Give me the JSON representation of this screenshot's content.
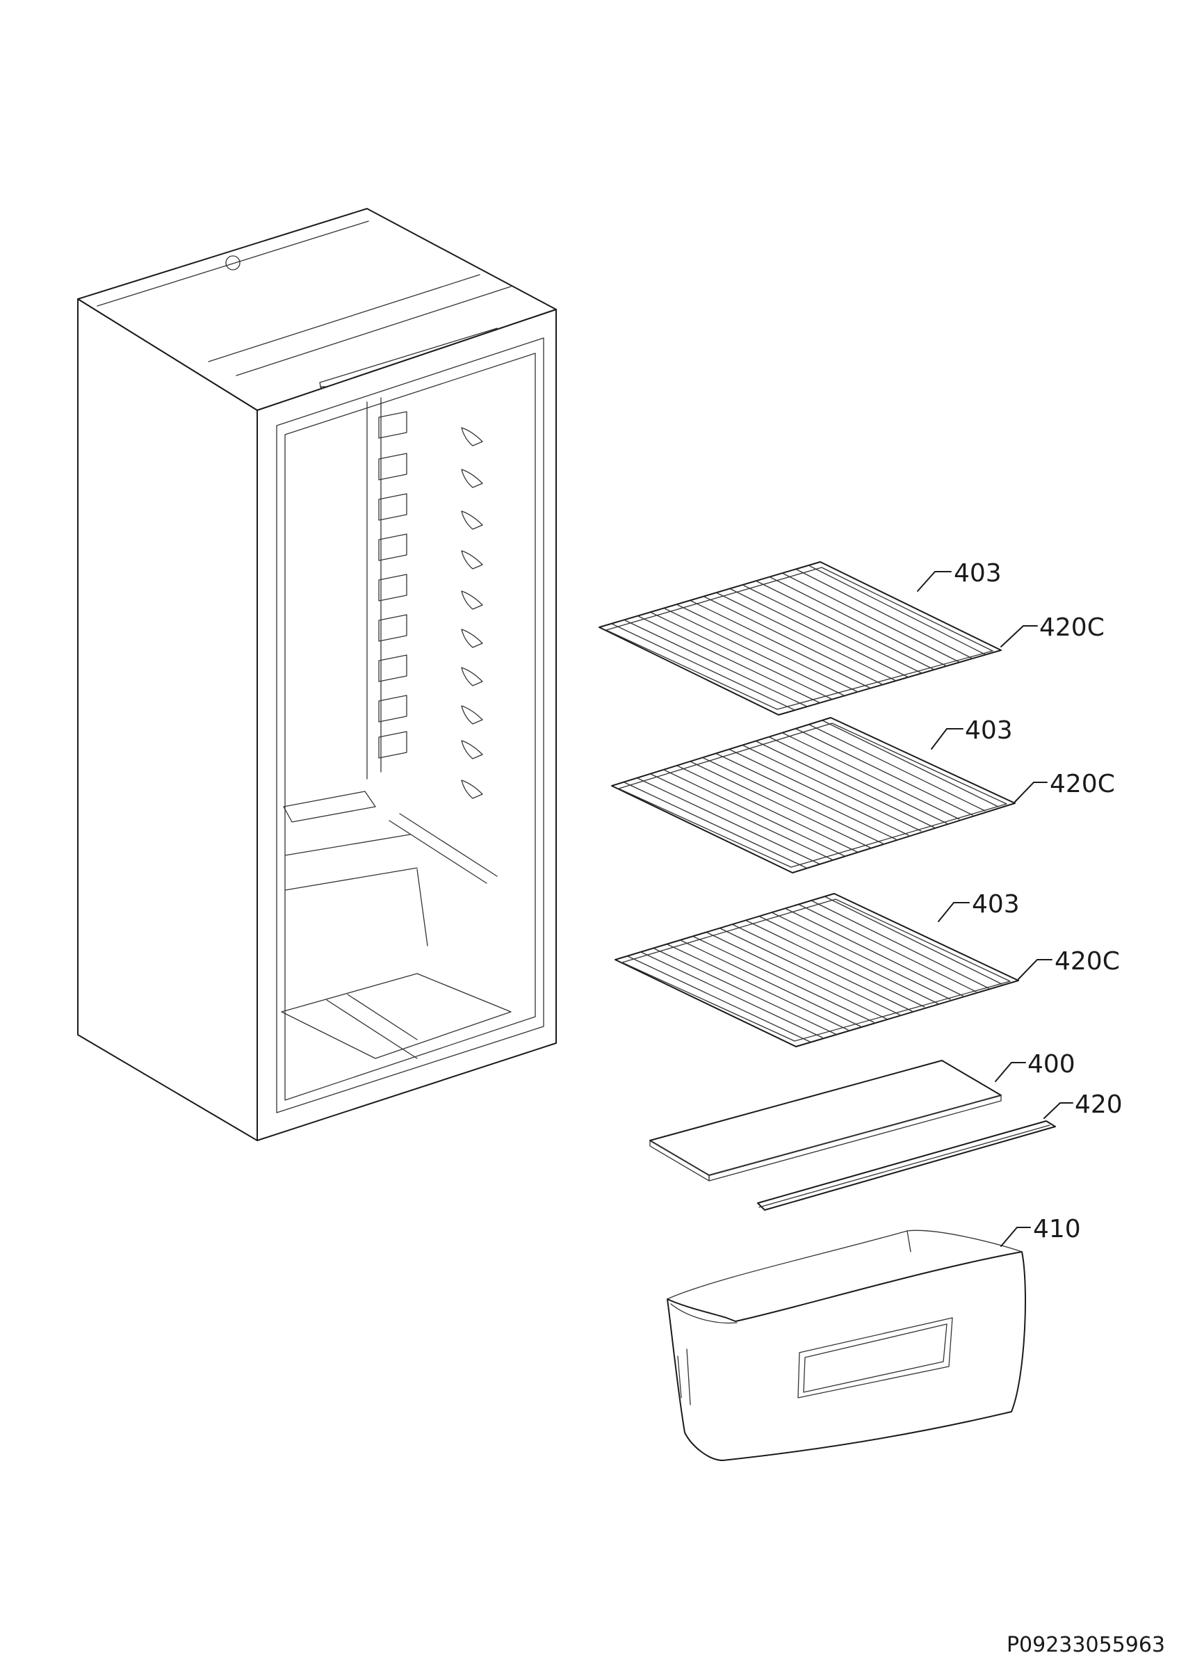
{
  "drawing_code": "P09233055963",
  "callouts": [
    {
      "id": "c1",
      "text": "403"
    },
    {
      "id": "c2",
      "text": "420C"
    },
    {
      "id": "c3",
      "text": "403"
    },
    {
      "id": "c4",
      "text": "420C"
    },
    {
      "id": "c5",
      "text": "403"
    },
    {
      "id": "c6",
      "text": "420C"
    },
    {
      "id": "c7",
      "text": "400"
    },
    {
      "id": "c8",
      "text": "420"
    },
    {
      "id": "c9",
      "text": "410"
    }
  ]
}
